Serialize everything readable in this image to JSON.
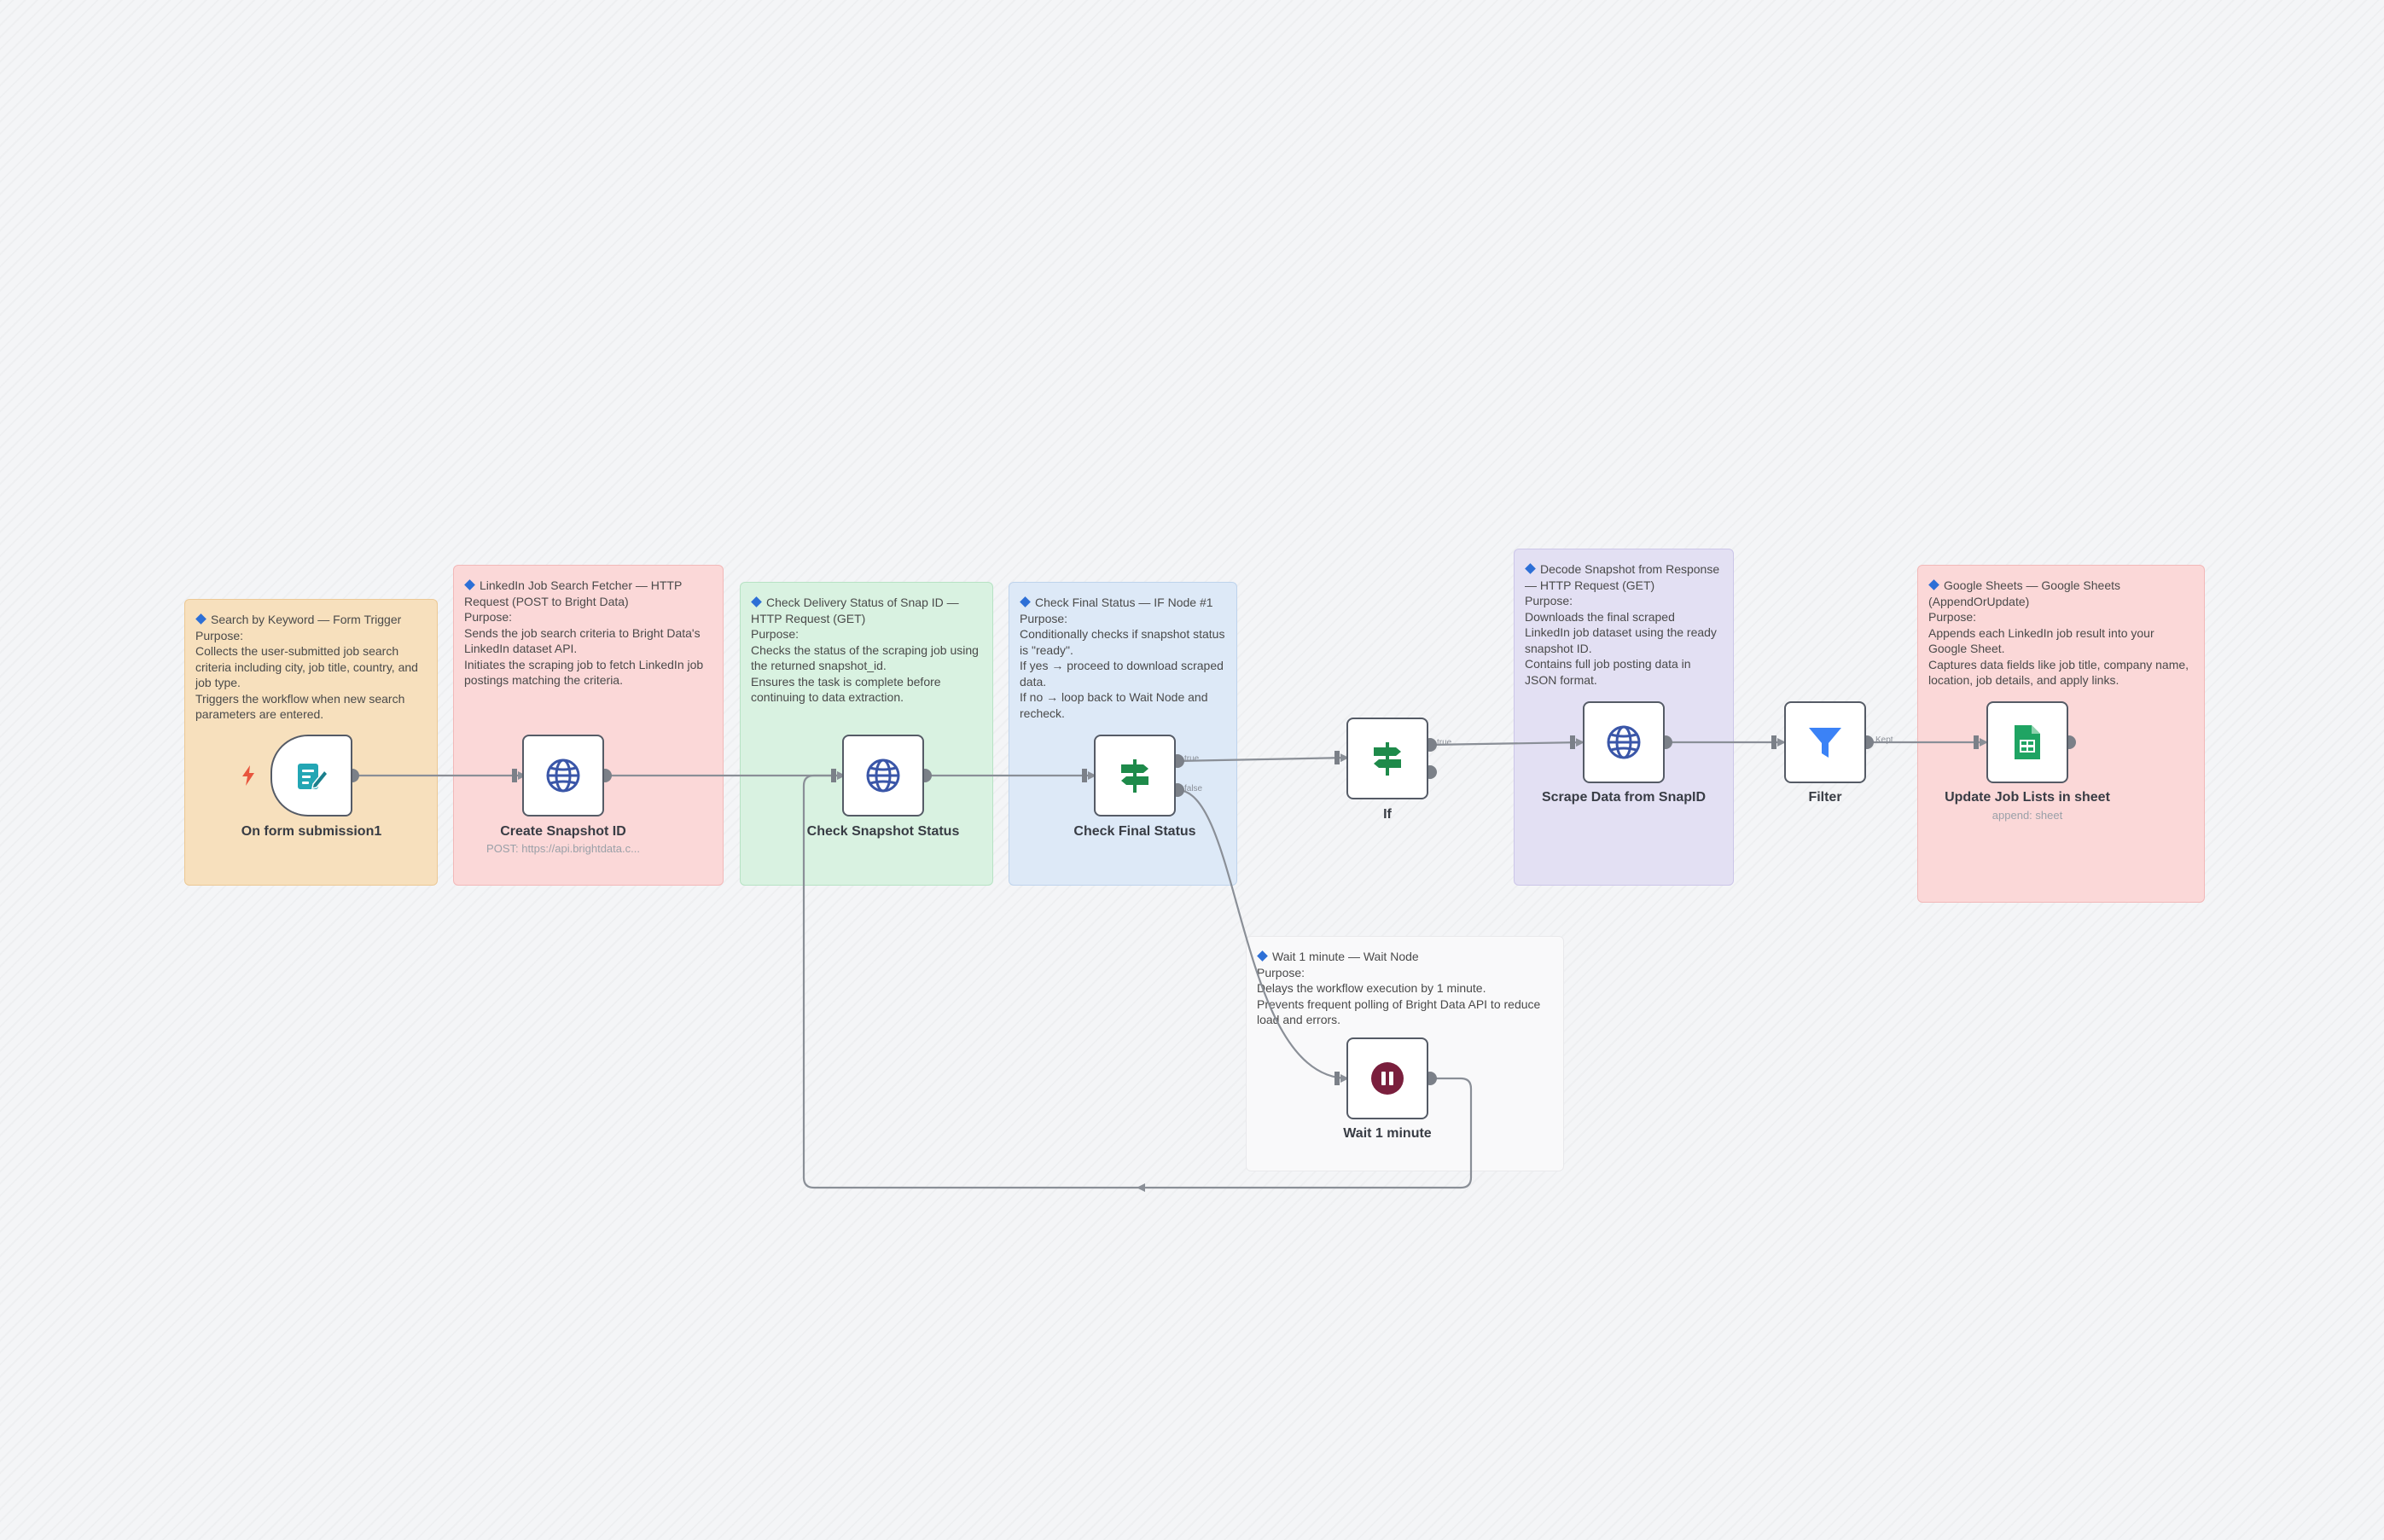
{
  "canvas": {
    "background": "#f4f5f7"
  },
  "notes": [
    {
      "title": "Search by Keyword — Form Trigger",
      "body": "Purpose:\nCollects the user-submitted job search criteria including city, job title, country, and job type.\nTriggers the workflow when new search parameters are entered."
    },
    {
      "title": "LinkedIn Job Search Fetcher — HTTP Request (POST to Bright Data)",
      "body": "Purpose:\nSends the job search criteria to Bright Data's LinkedIn dataset API.\nInitiates the scraping job to fetch LinkedIn job postings matching the criteria."
    },
    {
      "title": "Check Delivery Status of Snap ID — HTTP Request (GET)",
      "body": "Purpose:\nChecks the status of the scraping job using the returned snapshot_id.\nEnsures the task is complete before continuing to data extraction."
    },
    {
      "title": "Check Final Status — IF Node #1",
      "body": "Purpose:\nConditionally checks if snapshot status is \"ready\".\nIf yes → proceed to download scraped data.\nIf no → loop back to Wait Node and recheck."
    },
    {
      "title": "Decode Snapshot from Response — HTTP Request (GET)",
      "body": "Purpose:\nDownloads the final scraped LinkedIn job dataset using the ready snapshot ID.\nContains full job posting data in JSON format."
    },
    {
      "title": "Google Sheets — Google Sheets (AppendOrUpdate)",
      "body": "Purpose:\nAppends each LinkedIn job result into your Google Sheet.\nCaptures data fields like job title, company name, location, job details, and apply links."
    },
    {
      "title": "Wait 1 minute — Wait Node",
      "body": "Purpose:\nDelays the workflow execution by 1 minute.\nPrevents frequent polling of Bright Data API to reduce load and errors."
    }
  ],
  "nodes": [
    {
      "name": "On form submission1",
      "icon": "form-icon"
    },
    {
      "name": "Create Snapshot ID",
      "subtitle": "POST: https://api.brightdata.c...",
      "icon": "globe-icon"
    },
    {
      "name": "Check Snapshot Status",
      "icon": "globe-icon"
    },
    {
      "name": "Check Final Status",
      "icon": "signpost-icon"
    },
    {
      "name": "If",
      "icon": "signpost-icon"
    },
    {
      "name": "Scrape Data from SnapID",
      "icon": "globe-icon"
    },
    {
      "name": "Filter",
      "icon": "filter-icon"
    },
    {
      "name": "Update Job Lists in sheet",
      "subtitle": "append: sheet",
      "icon": "sheets-icon"
    },
    {
      "name": "Wait 1 minute",
      "icon": "pause-icon"
    }
  ],
  "port_labels": {
    "true1": "true",
    "false1": "false",
    "true2": "true",
    "kept": "Kept"
  },
  "colors": {
    "accent": "#2d6fd6",
    "http": "#3a56a8",
    "branch": "#1e8a4a",
    "filter": "#3b82f6",
    "sheets": "#1fa463",
    "wait": "#7a1f3d",
    "trigger": "#e8553d",
    "connector": "#8a8f97"
  }
}
